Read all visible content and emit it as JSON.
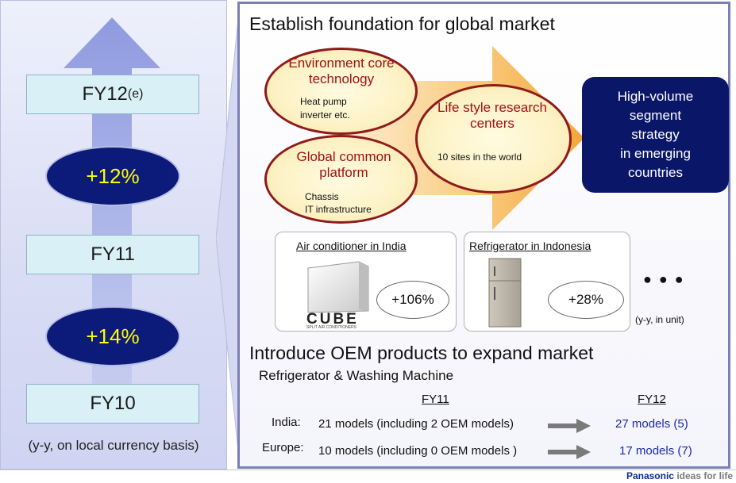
{
  "left": {
    "fy12": "FY12",
    "fy12_suffix": "(e)",
    "growth1": "+12%",
    "fy11": "FY11",
    "growth2": "+14%",
    "fy10": "FY10",
    "note": "(y-y, on local currency basis)"
  },
  "right": {
    "title": "Establish foundation for global market",
    "env": {
      "title": "Environment core technology",
      "sub1": "Heat pump",
      "sub2": "inverter etc."
    },
    "global": {
      "title": "Global common platform",
      "sub1": "Chassis",
      "sub2": "IT infrastructure"
    },
    "life": {
      "title": "Life style research centers",
      "sub": "10 sites in the world"
    },
    "hv": {
      "l1": "High-volume",
      "l2": "segment",
      "l3": "strategy",
      "l4": "in emerging",
      "l5": "countries"
    },
    "card1": {
      "title": "Air conditioner in India",
      "pct": "+106%",
      "brand": "CUBE",
      "brand_sub": "SPLIT AIR CONDITIONERS"
    },
    "card2": {
      "title": "Refrigerator in Indonesia",
      "pct": "+28%"
    },
    "dots": "● ● ●",
    "unit_note": "(y-y, in unit)",
    "oem_title": "Introduce OEM products to expand market",
    "oem_sub": "Refrigerator & Washing Machine",
    "col_fy11": "FY11",
    "col_fy12": "FY12",
    "rows": [
      {
        "region": "India:",
        "fy11": "21 models (including 2 OEM models)",
        "fy12": "27 models (5)"
      },
      {
        "region": "Europe:",
        "fy11": "10 models (including 0 OEM models )",
        "fy12": "17 models (7)"
      }
    ]
  },
  "footer": {
    "brand": "Panasonic",
    "tagline": "ideas for life"
  },
  "colors": {
    "navy": "#0a1769",
    "growth_text": "#ffff00",
    "oval_border": "#8e1b1b",
    "blue_text": "#1a2aa6"
  }
}
